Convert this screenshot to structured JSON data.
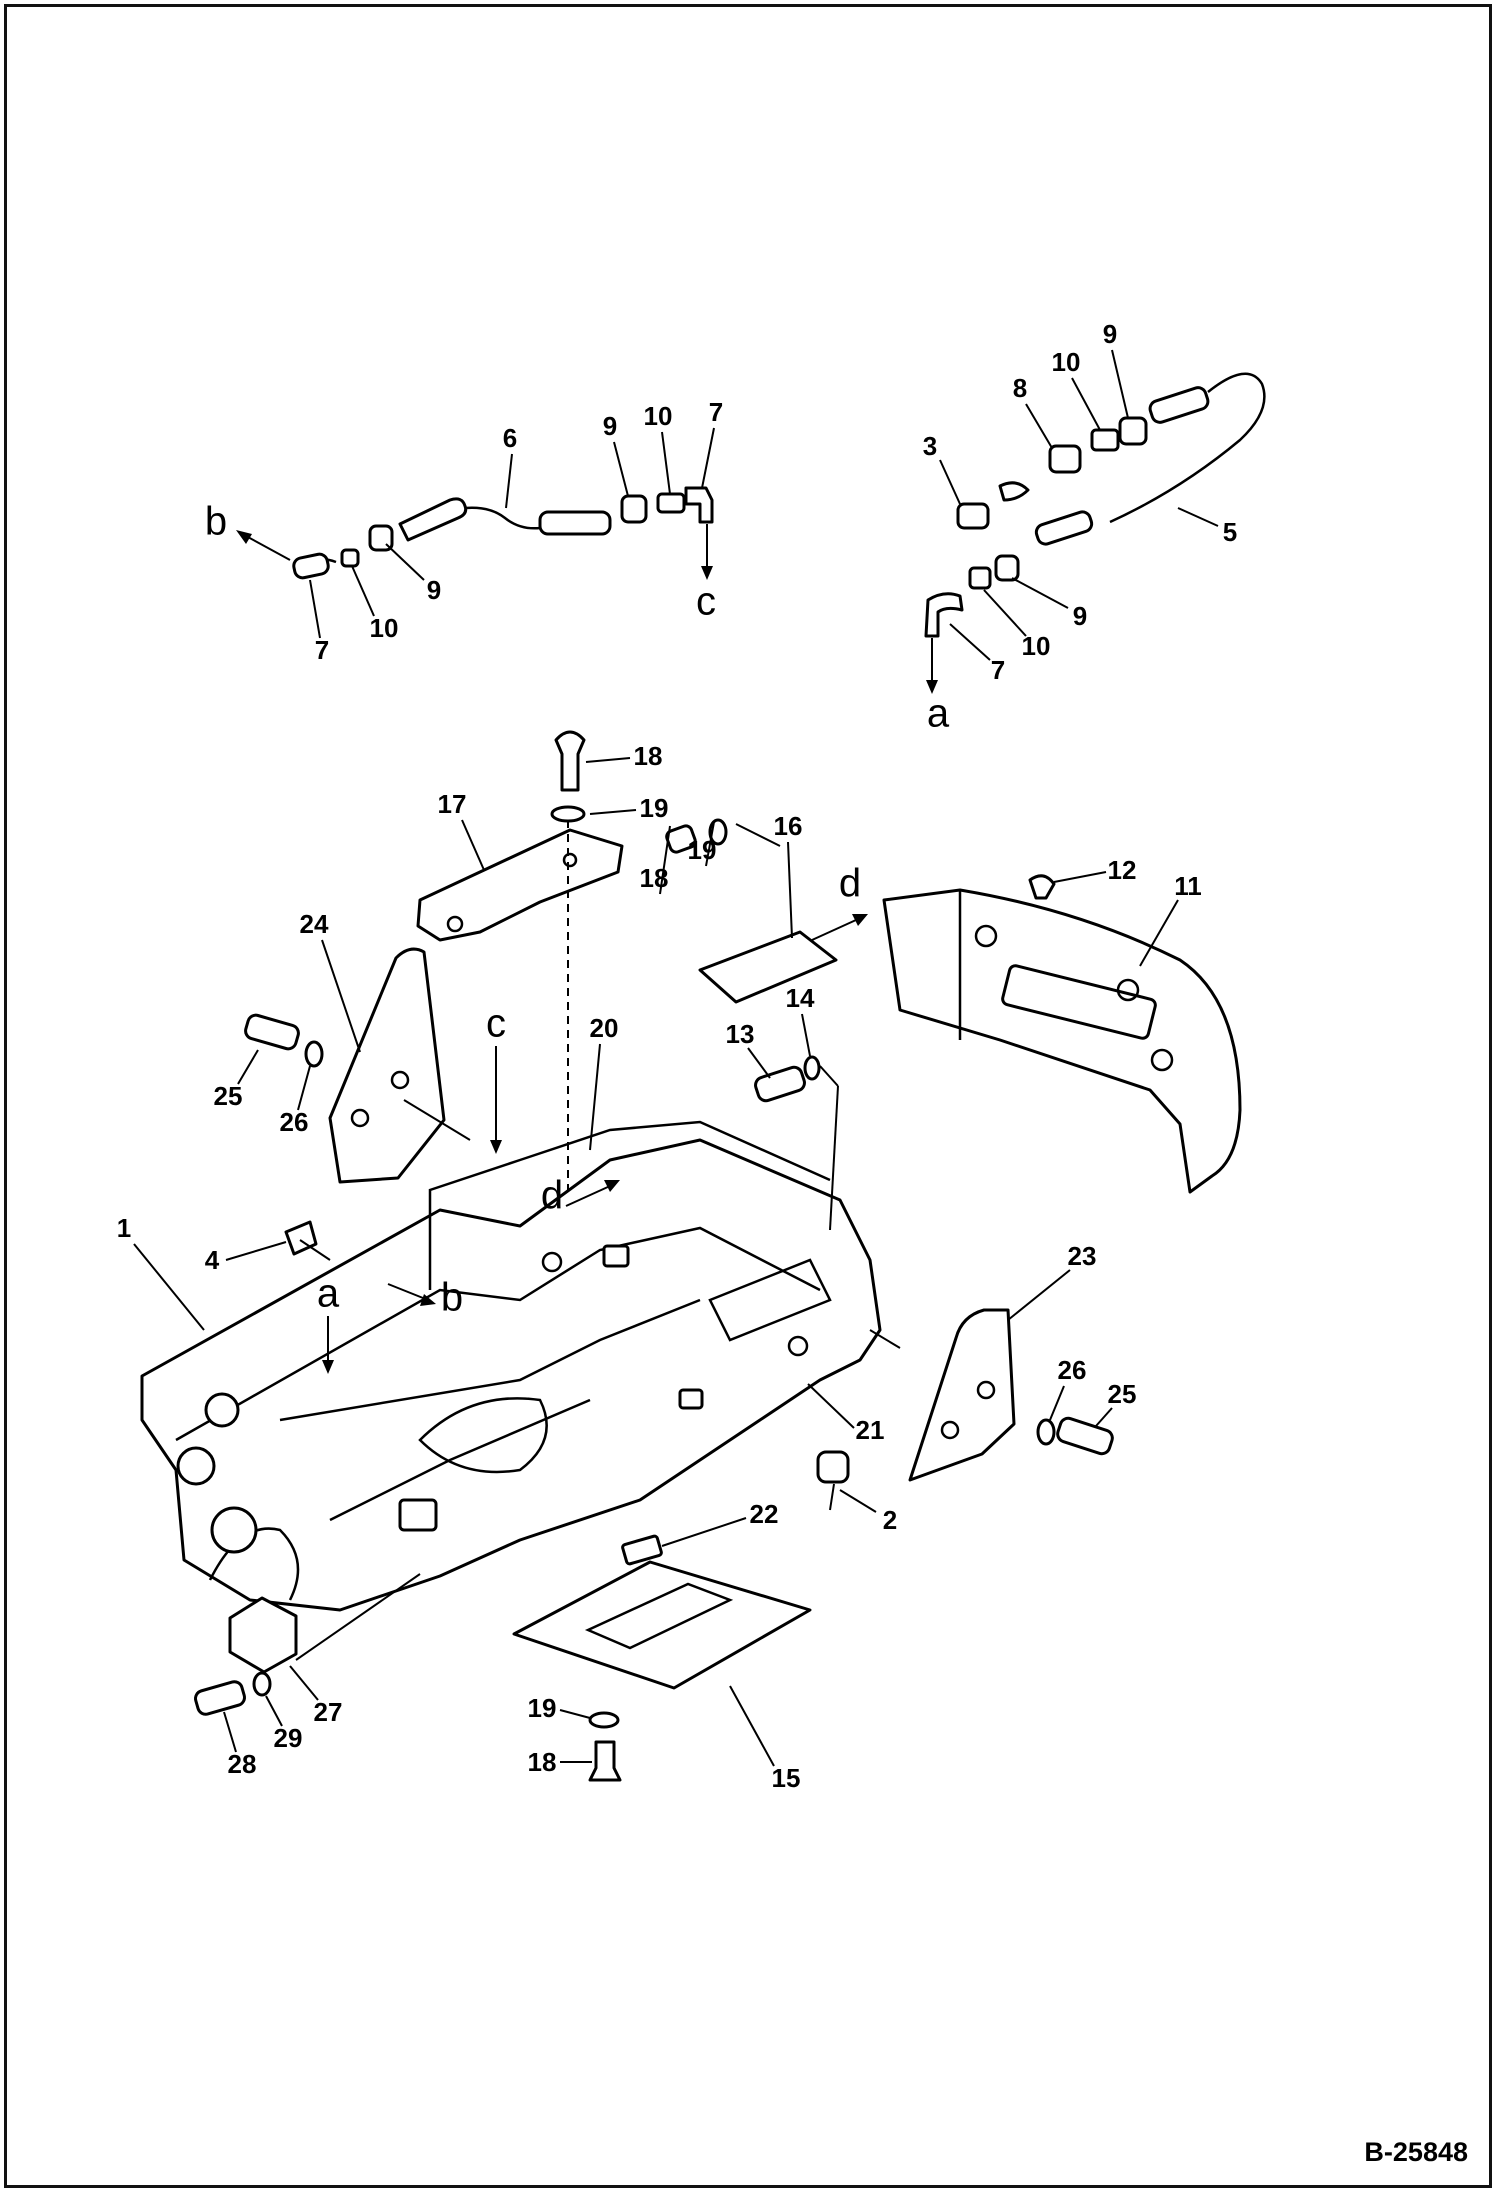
{
  "drawing_number": "B-25848",
  "callouts": [
    "1",
    "2",
    "3",
    "4",
    "5",
    "6",
    "7",
    "8",
    "9",
    "10",
    "11",
    "12",
    "13",
    "14",
    "15",
    "16",
    "17",
    "18",
    "19",
    "20",
    "21",
    "22",
    "23",
    "24",
    "25",
    "26",
    "27",
    "28",
    "29"
  ],
  "connection_refs": [
    "a",
    "b",
    "c",
    "d"
  ]
}
